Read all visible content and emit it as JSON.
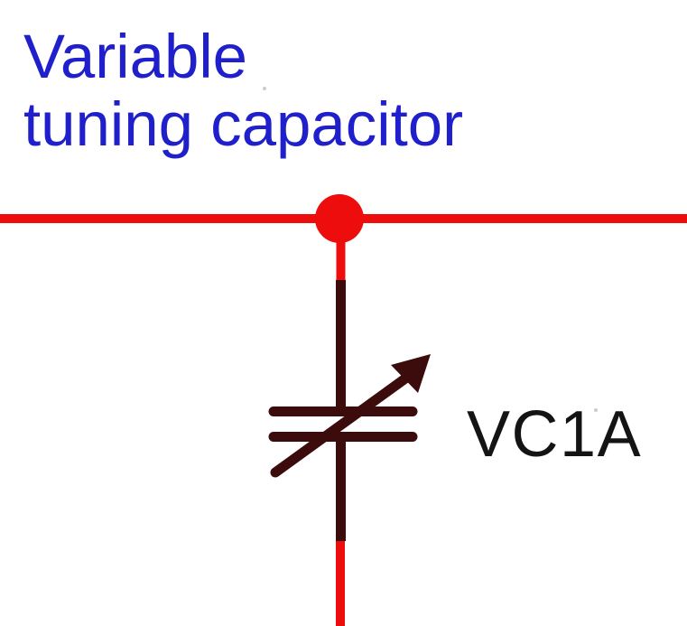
{
  "title": {
    "line1": "Variable",
    "line2": "tuning capacitor"
  },
  "component": {
    "designator": "VC1A"
  },
  "symbols": {
    "junction": "junction-dot",
    "capacitor": "variable-capacitor-symbol",
    "arrow": "variability-arrow-icon"
  },
  "colors": {
    "wire": "#ee0d0d",
    "symbol": "#3c0c0c",
    "title_text": "#1f1fcc",
    "designator_text": "#141414",
    "background": "#ffffff"
  }
}
